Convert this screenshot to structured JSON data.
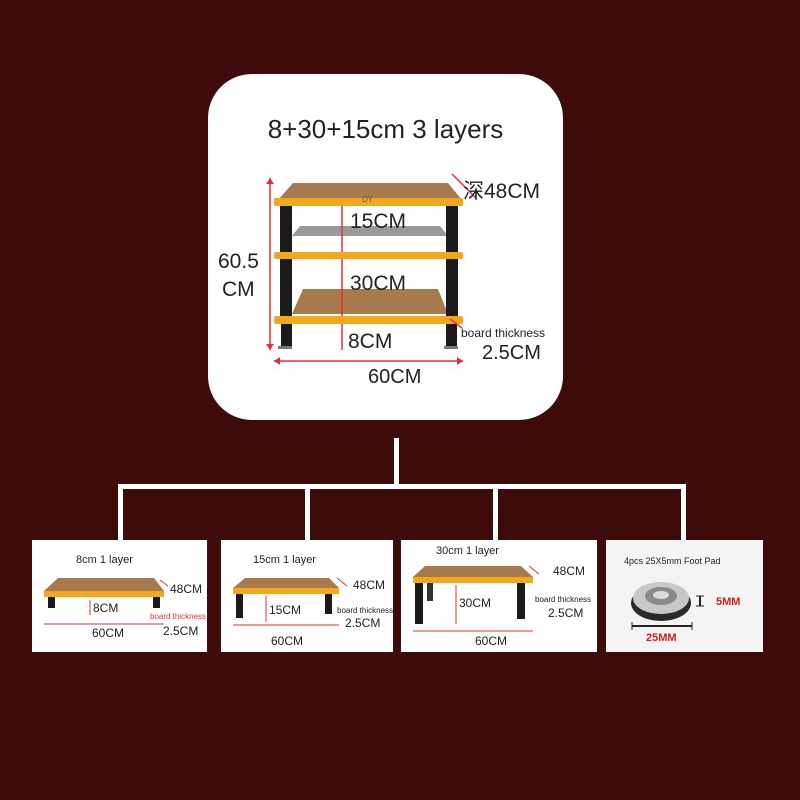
{
  "main": {
    "title": "8+30+15cm 3 layers",
    "depth_label": "深48CM",
    "height_label_1": "60.5",
    "height_label_2": "CM",
    "gap_top": "15CM",
    "gap_mid": "30CM",
    "gap_bottom": "8CM",
    "board_label": "board thickness",
    "board_value": "2.5CM",
    "width_label": "60CM",
    "brand_mark": "DY"
  },
  "options": [
    {
      "title": "8cm 1 layer",
      "depth": "48CM",
      "height": "8CM",
      "board_label": "board thickness",
      "board_value": "2.5CM",
      "width": "60CM"
    },
    {
      "title": "15cm 1 layer",
      "depth": "48CM",
      "height": "15CM",
      "board_label": "board thickness",
      "board_value": "2.5CM",
      "width": "60CM"
    },
    {
      "title": "30cm 1 layer",
      "depth": "48CM",
      "height": "30CM",
      "board_label": "board thickness",
      "board_value": "2.5CM",
      "width": "60CM"
    },
    {
      "title": "4pcs 25X5mm Foot Pad",
      "thickness": "5MM",
      "diameter": "25MM"
    }
  ],
  "colors": {
    "background": "#3e0b0b",
    "wood": "#a67a4c",
    "frame": "#f3a81c",
    "pillar": "#1a1a1a",
    "measure": "#e03040",
    "pad_label": "#cc1f1f"
  }
}
